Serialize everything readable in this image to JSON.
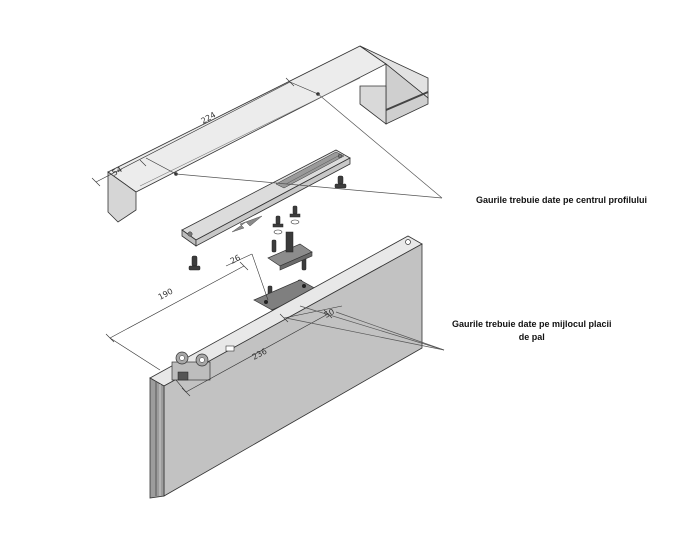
{
  "annotations": {
    "profile_holes_note": "Gaurile trebuie date pe centrul profilului",
    "board_holes_note_line1": "Gaurile trebuie date pe mijlocul placii",
    "board_holes_note_line2": "de pal"
  },
  "dimensions": {
    "profile_length": "224",
    "profile_offset": "54",
    "clamp_offset": "26",
    "board_offset": "190",
    "clamp_center": "50",
    "stopper_distance": "236"
  },
  "colors": {
    "outline": "#333333",
    "profile_face": "#e6e6e6",
    "profile_side": "#c9c9c9",
    "board_face": "#c4c4c4",
    "board_top": "#e4e4e4",
    "board_edge": "#8f8f8f",
    "damper_body": "#d0d0d0",
    "hardware_dark": "#4a4a4a"
  }
}
